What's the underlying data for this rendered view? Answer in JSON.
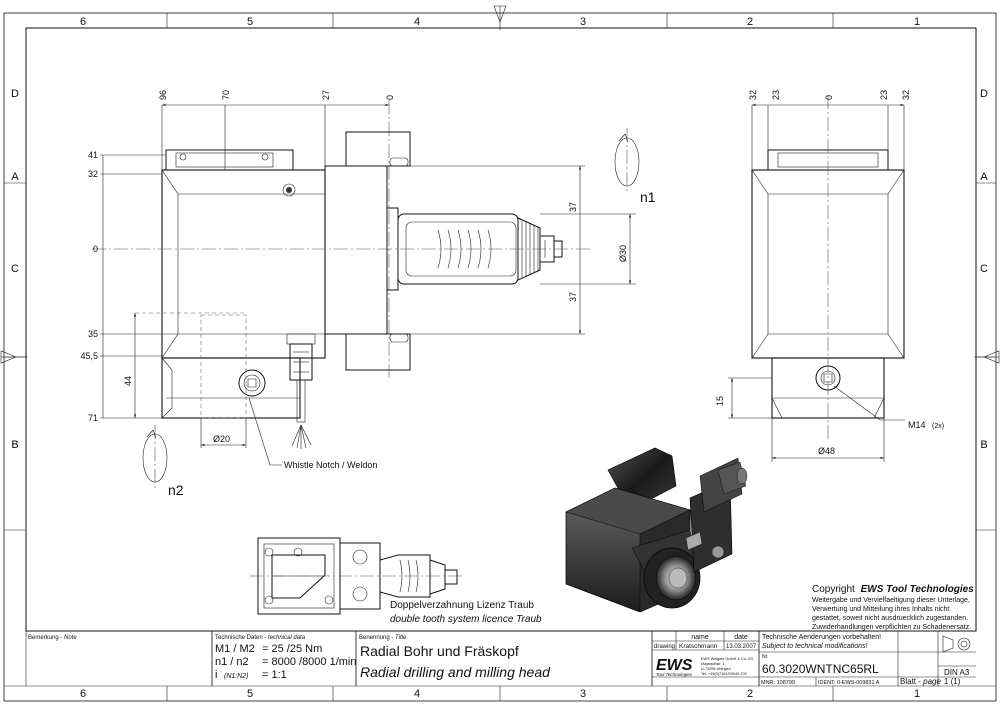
{
  "frame": {
    "columns": [
      "6",
      "5",
      "4",
      "3",
      "2",
      "1"
    ],
    "rows": [
      "D",
      "C",
      "B",
      "A"
    ]
  },
  "front_view": {
    "dims_top": [
      "96",
      "70",
      "27",
      "0"
    ],
    "dims_left": [
      "41",
      "32",
      "0",
      "35",
      "45,5",
      "44",
      "71"
    ],
    "dims_right": [
      "37",
      "37",
      "Ø30"
    ],
    "dim_shank": "Ø20",
    "label_n1": "n1",
    "label_n2": "n2",
    "whistle_notch": "Whistle Notch / Weldon"
  },
  "side_view": {
    "dims_top": [
      "32",
      "23",
      "0",
      "23",
      "32"
    ],
    "dim_height": "15",
    "dim_diameter": "Ø48",
    "thread_label": "M14",
    "thread_count": "(2x)"
  },
  "detail_view": {
    "caption_de": "Doppelverzahnung Lizenz Traub",
    "caption_en": "double tooth system licence Traub"
  },
  "copyright": {
    "prefix": "Copyright",
    "company": "EWS Tool Technologies",
    "line1": "Weitergabe und Vervielfaeltigung dieser Unterlage,",
    "line2": "Verwertung und Mitteilung ihres Inhalts nicht",
    "line3": "gestattet, soweit nicht ausdruecklich zugestanden.",
    "line4": "Zuwiderhandlungen verpflichten zu Schadenersatz."
  },
  "title_block": {
    "remark_label": "Bemerkung - ",
    "remark_label_en": "Note",
    "tech_label": "Technische Daten - ",
    "tech_label_en": "technical data",
    "m_label": "M1 / M2",
    "m_value": "= 25  /25  Nm",
    "n_label": "n1 / n2",
    "n_value": "= 8000 /8000  1/min",
    "i_label": "i",
    "i_sub": "(N1:N2)",
    "i_value": "= 1:1",
    "title_label": "Benennung - ",
    "title_label_en": "Title",
    "title_de": "Radial Bohr und Fräskopf",
    "title_en": "Radial drilling and milling head",
    "col_name": "name",
    "col_date": "date",
    "row_drawing": "drawing",
    "drawer": "Kratschmann",
    "drawing_date": "13.03.2007",
    "logo": "EWS",
    "logo_sub": "Tool Technologies",
    "address1": "EWS Weigele GmbH & Co. KG",
    "address2": "Maybachstr. 1",
    "address3": "D-73095 Uhingen",
    "address4": "Tel. +49(0)7161/93040-700",
    "mnr": "MNR: 108799",
    "ident": "IDENT: 0-EWS-009831 A",
    "changes_de": "Technische Aenderungen vorbehalten!",
    "changes_en": "Subject to technical modifications!",
    "nr_label": "Nr.",
    "drawing_number": "60.3020WNTNC65RL",
    "format": "DIN A3",
    "sheet_label": "Blatt - ",
    "sheet_label_en": "page",
    "sheet_value": "1 (1)"
  }
}
